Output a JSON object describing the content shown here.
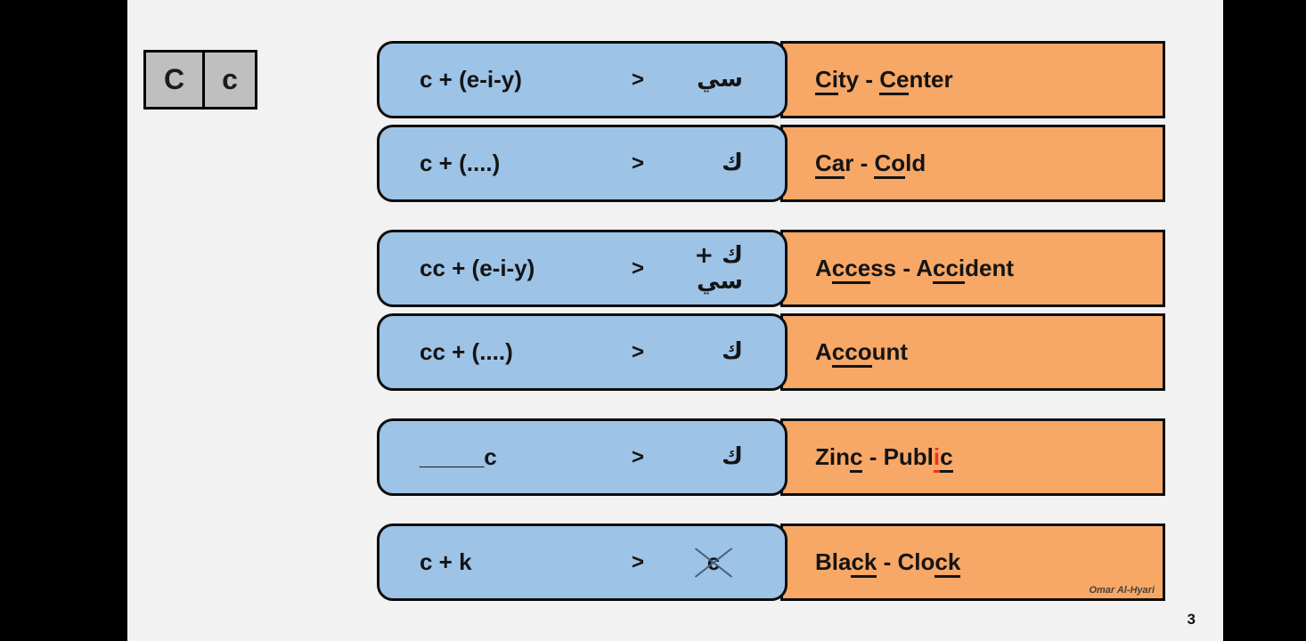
{
  "page": {
    "number": "3"
  },
  "letter_card": {
    "upper": "C",
    "lower": "c"
  },
  "colors": {
    "rule_box_blue": "#9dc3e6",
    "example_box_orange": "#f7a766",
    "letter_card_gray": "#bfbfbf",
    "highlight_red": "#e5391c",
    "slide_background": "#f2f2f2"
  },
  "groups": [
    {
      "rows": [
        {
          "rule": "c + (e-i-y)",
          "arrow": ">",
          "result": "سي",
          "result_crossed": false,
          "example": [
            {
              "t": "Ci",
              "u": true
            },
            {
              "t": "ty"
            },
            {
              "t": " - "
            },
            {
              "t": "Ce",
              "u": true
            },
            {
              "t": "nter"
            }
          ]
        },
        {
          "rule": "c + (....)",
          "arrow": ">",
          "result": "ك",
          "result_crossed": false,
          "example": [
            {
              "t": "Ca",
              "u": true
            },
            {
              "t": "r"
            },
            {
              "t": " - "
            },
            {
              "t": "Co",
              "u": true
            },
            {
              "t": "ld"
            }
          ]
        }
      ]
    },
    {
      "rows": [
        {
          "rule": "cc + (e-i-y)",
          "arrow": ">",
          "result": "ك + سي",
          "result_crossed": false,
          "example": [
            {
              "t": "A"
            },
            {
              "t": "cce",
              "u": true
            },
            {
              "t": "ss"
            },
            {
              "t": " - "
            },
            {
              "t": "A"
            },
            {
              "t": "cci",
              "u": true
            },
            {
              "t": "dent"
            }
          ]
        },
        {
          "rule": "cc + (....)",
          "arrow": ">",
          "result": "ك",
          "result_crossed": false,
          "example": [
            {
              "t": "A"
            },
            {
              "t": "cco",
              "u": true
            },
            {
              "t": "unt"
            }
          ]
        }
      ]
    },
    {
      "rows": [
        {
          "rule": "_____c",
          "arrow": ">",
          "result": "ك",
          "result_crossed": false,
          "example": [
            {
              "t": "Zin"
            },
            {
              "t": "c",
              "u": true
            },
            {
              "t": " - "
            },
            {
              "t": "Publ"
            },
            {
              "t": "i",
              "u": true,
              "red": true
            },
            {
              "t": "c",
              "u": true
            }
          ]
        }
      ]
    },
    {
      "rows": [
        {
          "rule": "c + k",
          "arrow": ">",
          "result": "c",
          "result_crossed": true,
          "signature": "Omar Al-Hyari",
          "example": [
            {
              "t": "Bla"
            },
            {
              "t": "ck",
              "u": true
            },
            {
              "t": " - "
            },
            {
              "t": "Clo"
            },
            {
              "t": "ck",
              "u": true
            }
          ]
        }
      ]
    }
  ]
}
